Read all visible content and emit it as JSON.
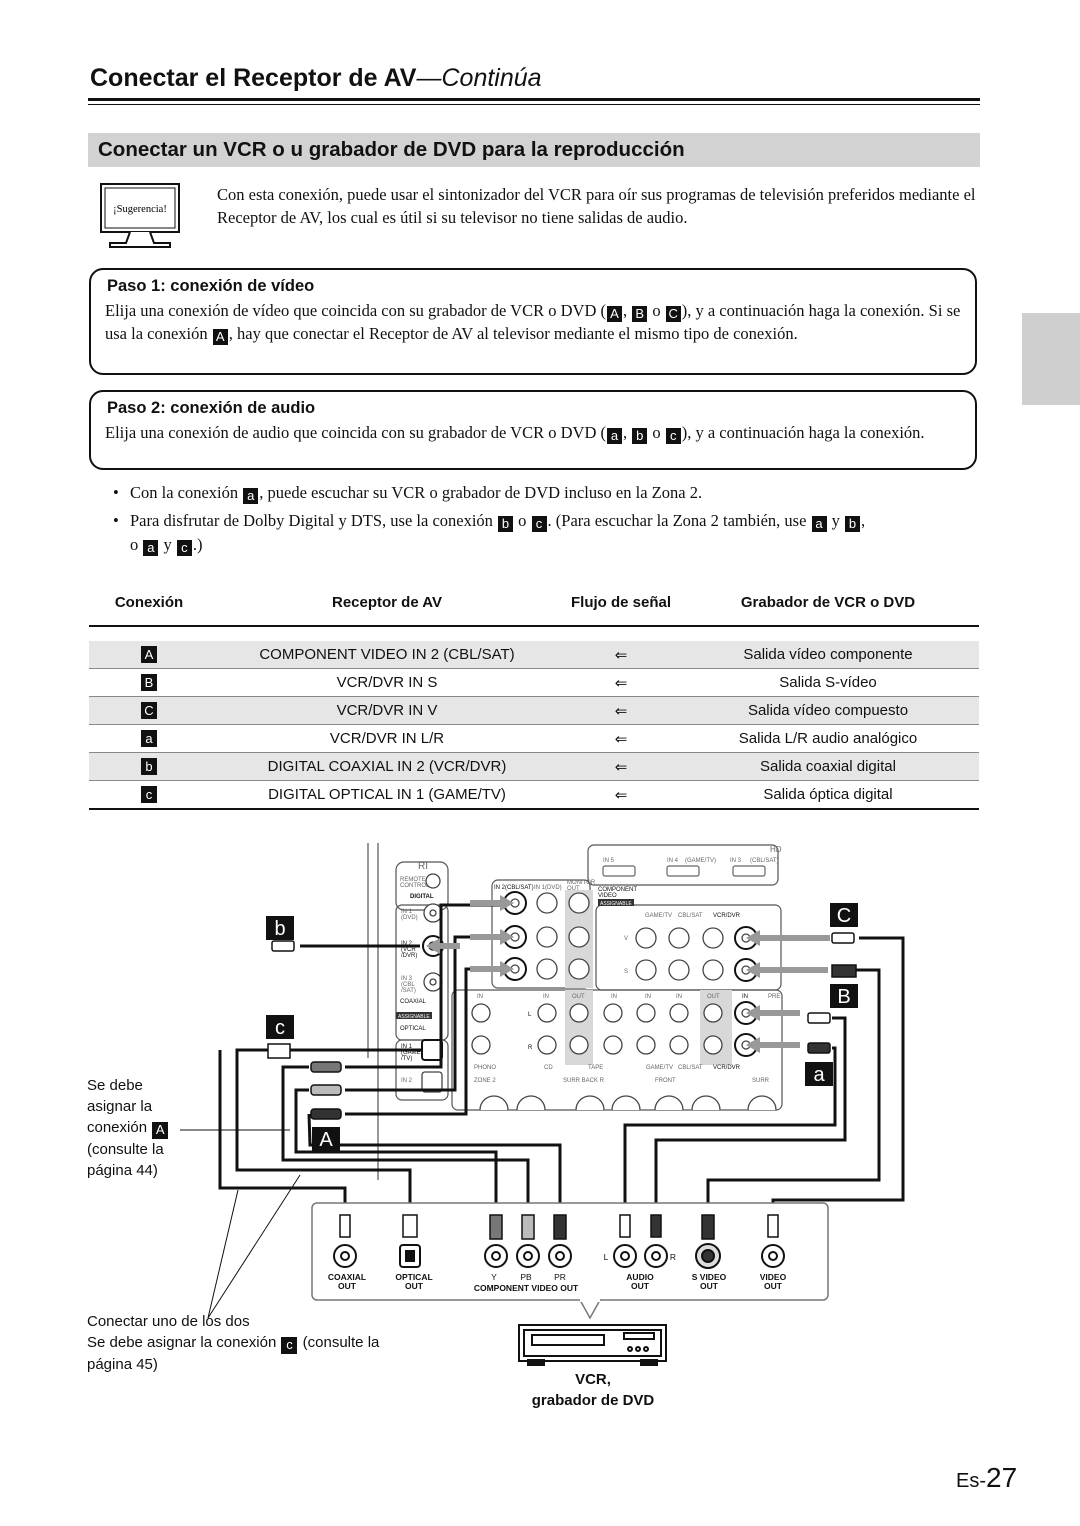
{
  "header": {
    "title": "Conectar el Receptor de AV",
    "continues": "—Continúa"
  },
  "section_title": "Conectar un VCR o u grabador de DVD para la reproducción",
  "tip": {
    "label": "¡Sugerencia!",
    "text": "Con esta conexión, puede usar el sintonizador del VCR para oír sus programas de televisión preferidos mediante el Receptor de AV, los cual es útil si su televisor no tiene salidas de audio."
  },
  "step1": {
    "title": "Paso 1: conexión de vídeo",
    "p1": "Elija una conexión de vídeo que coincida con su grabador de VCR o DVD (",
    "sep1": ",",
    "o": "o",
    "p2": "), y a continuación haga la conexión. Si se usa la conexión",
    "p3": ", hay que conectar el Receptor de AV al televisor mediante el mismo tipo de conexión."
  },
  "step2": {
    "title": "Paso 2: conexión de audio",
    "p1": "Elija una conexión de audio que coincida con su grabador de VCR o DVD (",
    "sep1": ",",
    "o": "o",
    "p2": "), y a continuación haga la conexión."
  },
  "bullets": {
    "b1_a": "Con la conexión",
    "b1_b": ", puede escuchar su VCR o grabador de DVD incluso en la Zona 2.",
    "b2_a": "Para disfrutar de Dolby Digital y DTS, use la conexión",
    "b2_o": "o",
    "b2_b": ". (Para escuchar la Zona 2 también, use",
    "b2_y": "y",
    "b2_c": ",",
    "b2_d": "o",
    "b2_e": "y",
    "b2_f": ".)"
  },
  "badges": {
    "A": "A",
    "B": "B",
    "C": "C",
    "a": "a",
    "b": "b",
    "c": "c"
  },
  "table": {
    "headers": [
      "Conexión",
      "Receptor de AV",
      "Flujo de señal",
      "Grabador de VCR o DVD"
    ],
    "rows": [
      {
        "conn": "A",
        "receiver": "COMPONENT VIDEO IN 2 (CBL/SAT)",
        "flow": "⇐",
        "device": "Salida vídeo componente"
      },
      {
        "conn": "B",
        "receiver": "VCR/DVR IN S",
        "flow": "⇐",
        "device": "Salida S-vídeo"
      },
      {
        "conn": "C",
        "receiver": "VCR/DVR IN V",
        "flow": "⇐",
        "device": "Salida vídeo compuesto"
      },
      {
        "conn": "a",
        "receiver": "VCR/DVR IN L/R",
        "flow": "⇐",
        "device": "Salida L/R audio analógico"
      },
      {
        "conn": "b",
        "receiver": "DIGITAL COAXIAL IN 2 (VCR/DVR)",
        "flow": "⇐",
        "device": "Salida coaxial digital"
      },
      {
        "conn": "c",
        "receiver": "DIGITAL OPTICAL IN 1 (GAME/TV)",
        "flow": "⇐",
        "device": "Salida óptica digital"
      }
    ]
  },
  "diagram": {
    "note_assign_A": [
      "Se debe",
      "asignar la",
      "conexión",
      "(consulte la",
      "página 44)"
    ],
    "note_connect_one": "Conectar uno de los dos",
    "note_assign_c_a": "Se debe asignar la conexión",
    "note_assign_c_b": "(consulte la",
    "note_assign_c_c": "página 45)",
    "device_caption_1": "VCR,",
    "device_caption_2": "grabador de DVD",
    "device_ports": {
      "coaxial": [
        "COAXIAL",
        "OUT"
      ],
      "optical": [
        "OPTICAL",
        "OUT"
      ],
      "component": [
        "Y",
        "PB",
        "PR",
        "COMPONENT VIDEO OUT"
      ],
      "audio": [
        "L",
        "R",
        "AUDIO",
        "OUT"
      ],
      "svideo": [
        "S VIDEO",
        "OUT"
      ],
      "video": [
        "VIDEO",
        "OUT"
      ]
    },
    "receiver_labels": {
      "ri": "RI",
      "remote": [
        "REMOTE",
        "CONTROL"
      ],
      "digital": "DIGITAL",
      "coax_in": [
        "IN 1",
        "(DVD)",
        "IN 2",
        "(VCR",
        "/DVR)",
        "IN 3",
        "(CBL",
        "/SAT)",
        "COAXIAL"
      ],
      "assignable": "ASSIGNABLE",
      "optical": "OPTICAL",
      "opt_in": [
        "IN 1",
        "(GAME",
        "/TV)",
        "IN 2"
      ],
      "hdmi": [
        "IN 5",
        "IN 4",
        "(GAME/TV)",
        "IN 3",
        "(CBL/SAT)",
        "HD"
      ],
      "component": [
        "IN 2(CBL/SAT)",
        "IN 1(DVD)",
        "MONITOR",
        "OUT",
        "COMPONENT",
        "VIDEO"
      ],
      "video_row": [
        "GAME/TV",
        "CBL/SAT",
        "VCR/DVR",
        "V",
        "S"
      ],
      "audio_row": [
        "IN",
        "IN",
        "OUT",
        "IN",
        "IN",
        "IN",
        "OUT",
        "IN",
        "PRE"
      ],
      "lower": [
        "PHONO",
        "CD",
        "TAPE",
        "GAME/TV",
        "CBL/SAT",
        "VCR/DVR",
        "ZONE 2",
        "SURR BACK R",
        "FRONT",
        "SURR",
        "L",
        "R"
      ]
    }
  },
  "page_number": {
    "prefix": "Es-",
    "number": "27"
  }
}
